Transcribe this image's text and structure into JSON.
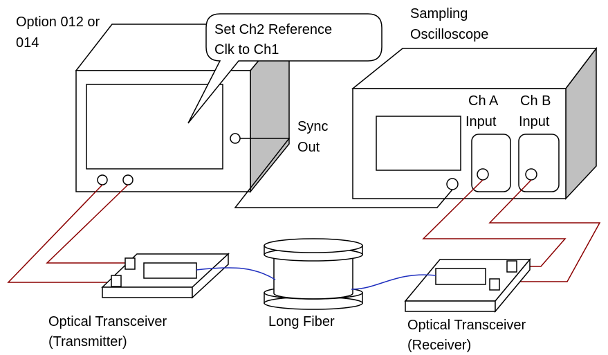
{
  "labels": {
    "instrument_line1": "Option 012 or",
    "instrument_line2": "014",
    "callout_line1": "Set Ch2 Reference",
    "callout_line2": "Clk to Ch1",
    "scope_line1": "Sampling",
    "scope_line2": "Oscilloscope",
    "sync_line1": "Sync",
    "sync_line2": "Out",
    "cha_line1": "Ch A",
    "cha_line2": "Input",
    "chb_line1": "Ch B",
    "chb_line2": "Input",
    "tx_line1": "Optical Transceiver",
    "tx_line2": "(Transmitter)",
    "fiber": "Long Fiber",
    "rx_line1": "Optical Transceiver",
    "rx_line2": "(Receiver)"
  },
  "colors": {
    "outline": "#000000",
    "instrument_side": "#c0c0c0",
    "electrical_cable": "#8b0000",
    "optical_fiber": "#1f2fbf",
    "background": "#ffffff"
  }
}
